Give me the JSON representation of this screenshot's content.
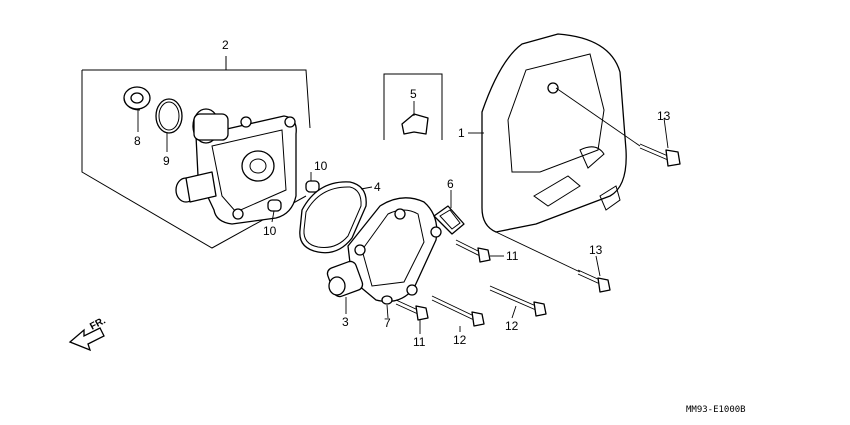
{
  "diagram": {
    "drawing_code": "MM93-E1000B",
    "direction_label": "FR.",
    "callouts": {
      "c1": "1",
      "c2": "2",
      "c3": "3",
      "c4": "4",
      "c5": "5",
      "c6": "6",
      "c7": "7",
      "c8": "8",
      "c9": "9",
      "c10a": "10",
      "c10b": "10",
      "c11a": "11",
      "c11b": "11",
      "c12a": "12",
      "c12b": "12",
      "c13a": "13",
      "c13b": "13"
    }
  }
}
